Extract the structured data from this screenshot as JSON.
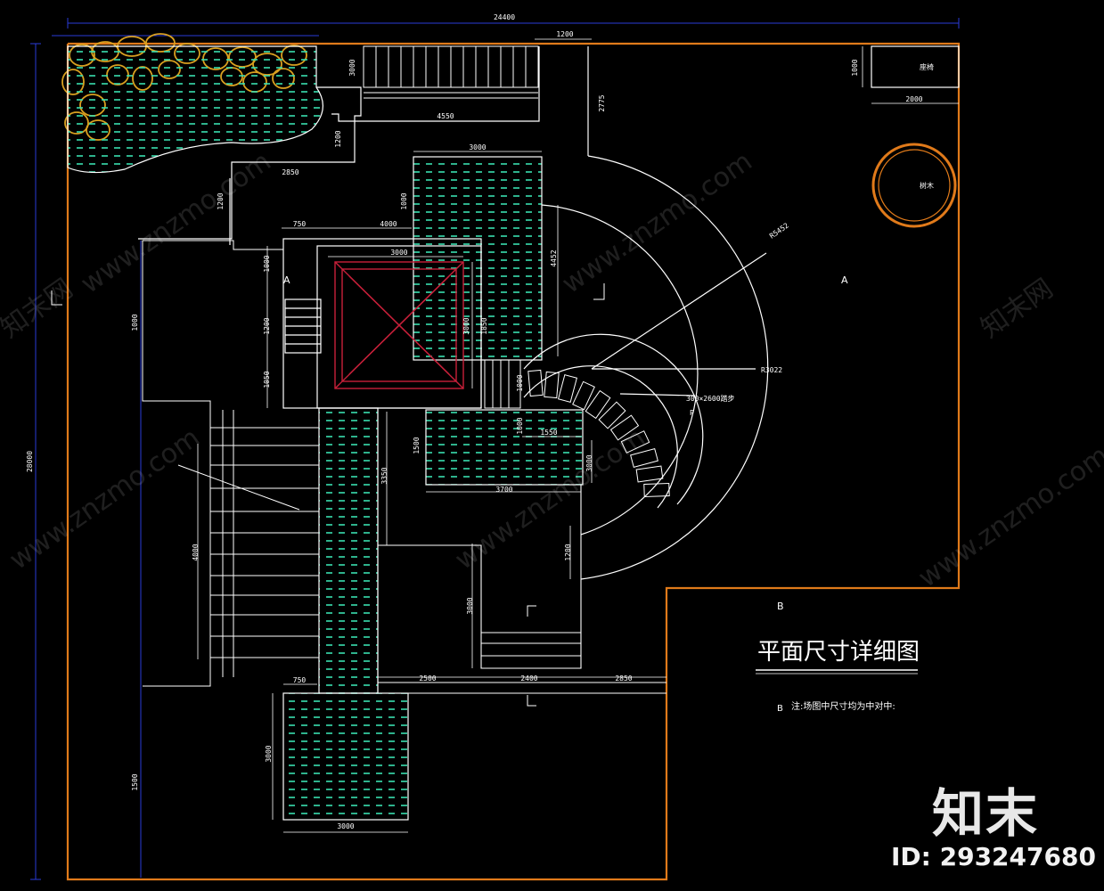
{
  "drawing": {
    "title": "平面尺寸详细图",
    "note": "注:场图中尺寸均为中对中:",
    "note_marker": "B",
    "brand": "知末",
    "id_label": "ID: 293247680",
    "watermark_text": "www.znzmo.com",
    "watermark_cn": "知末网",
    "area_labels": {
      "a": "A",
      "b": "B",
      "a_small": "A",
      "p": "P"
    },
    "radius_labels": {
      "outer": "R5452",
      "inner": "R3022"
    },
    "stair_note": "300×2600踏步",
    "dimensions": {
      "top_total": "24400",
      "top_gap": "1200",
      "fence_h": "3000",
      "v_2775": "2775",
      "seat_w": "2000",
      "seat_h": "1000",
      "path_4550": "4550",
      "path_2850": "2850",
      "v_1200a": "1200",
      "v_1200b": "1200",
      "pond_top_w": "3000",
      "v_1000a": "1000",
      "v_4452": "4452",
      "w_750a": "750",
      "w_4000": "4000",
      "w_3000": "3000",
      "v_1000b": "1000",
      "v_1200c": "1200",
      "v_1050": "1050",
      "v_3000a": "3000",
      "v_1850": "1850",
      "v_1000c": "1000",
      "v_1500": "1500",
      "w_1550": "1550",
      "v_1000d": "1000",
      "v_3000b": "3000",
      "w_3700": "3700",
      "v_3350": "3350",
      "v_1200d": "1200",
      "v_4000": "4000",
      "v_3000c": "3000",
      "w_2500": "2500",
      "w_2400": "2400",
      "w_2850": "2850",
      "w_750b": "750",
      "v_3000d": "3000",
      "w_3000b": "3000",
      "left_total": "28000",
      "left_a": "1000",
      "left_b": "1500",
      "tree_label": "树木",
      "seat_label": "座椅"
    }
  },
  "colors": {
    "background": "#000000",
    "boundary": "#e07a1a",
    "line": "#ffffff",
    "water_dash": "#39e0b0",
    "pavilion": "#c8203a",
    "stone": "#d9a020",
    "dimension": "#2a3bd8",
    "tree_circle": "#e07a1a"
  }
}
